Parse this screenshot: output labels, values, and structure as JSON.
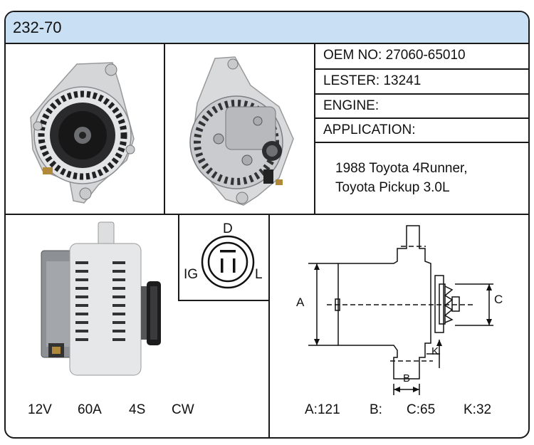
{
  "header": {
    "part_number": "232-70"
  },
  "info": {
    "oem_label": "OEM NO:",
    "oem_value": "27060-65010",
    "lester_label": "LESTER:",
    "lester_value": "13241",
    "engine_label": "ENGINE:",
    "engine_value": "",
    "application_label": "APPLICATION:",
    "application_lines": [
      "1988 Toyota 4Runner,",
      "Toyota Pickup 3.0L"
    ]
  },
  "connector": {
    "top": "D",
    "left": "IG",
    "right": "L"
  },
  "specs": {
    "voltage": "12V",
    "amperage": "60A",
    "groove": "4S",
    "rotation": "CW"
  },
  "dimensions": {
    "labels": {
      "a": "A",
      "b": "B",
      "c": "C",
      "k": "K"
    },
    "values": {
      "a": "A:121",
      "b": "B:",
      "c": "C:65",
      "k": "K:32"
    }
  },
  "colors": {
    "header_bg": "#c8dff4",
    "border": "#1a1a1a"
  }
}
